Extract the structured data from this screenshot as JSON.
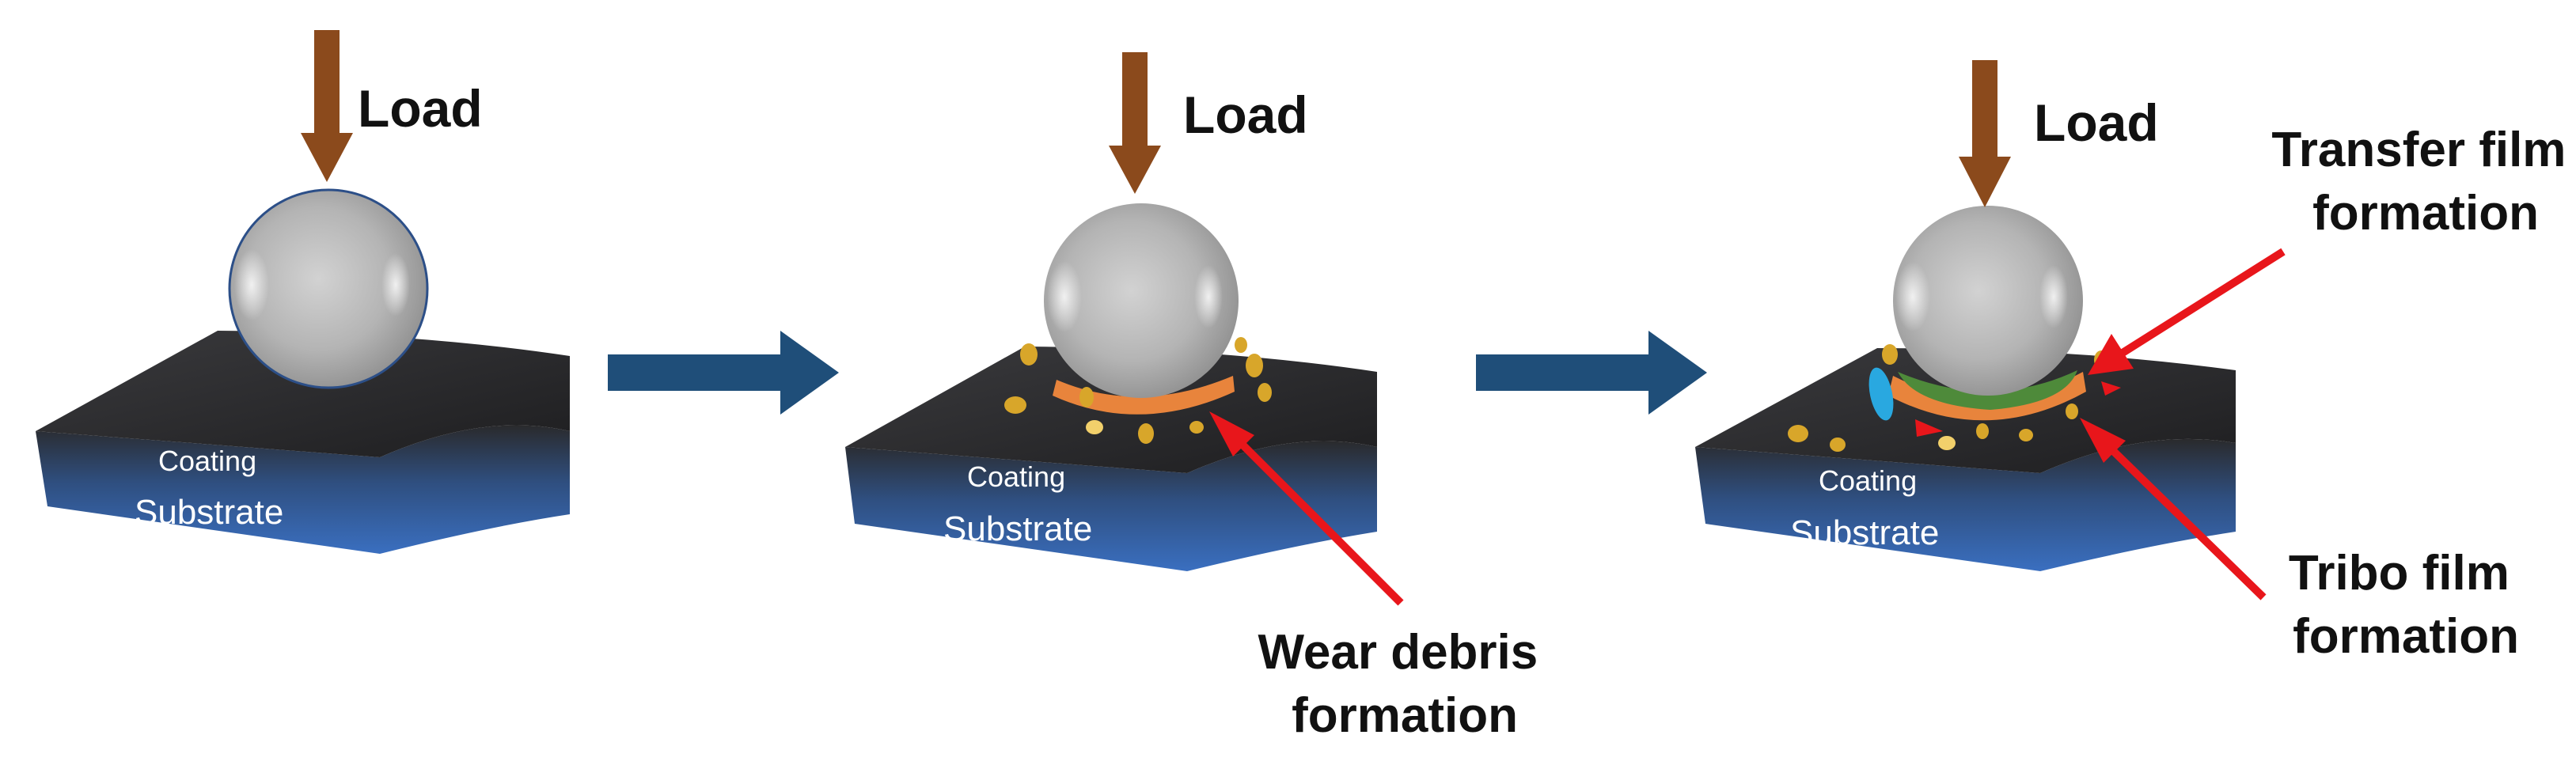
{
  "colors": {
    "load_arrow": "#8B4A1C",
    "process_arrow": "#1F4E79",
    "pointer_arrow": "#E8161B",
    "coating": "#2b2b2d",
    "substrate": "#2f5fa6",
    "ball": "#b9b9b9",
    "wear_ring": "#E8843C",
    "debris": "#D8A62A",
    "transfer_film": "#4E8A3A",
    "blue_debris": "#29A8E0"
  },
  "stages": [
    {
      "load_label": "Load",
      "coating_label": "Coating",
      "substrate_label": "Substrate"
    },
    {
      "load_label": "Load",
      "coating_label": "Coating",
      "substrate_label": "Substrate"
    },
    {
      "load_label": "Load",
      "coating_label": "Coating",
      "substrate_label": "Substrate"
    }
  ],
  "annotations": {
    "wear_debris": {
      "line1": "Wear debris",
      "line2": "formation"
    },
    "transfer_film": {
      "line1": "Transfer film",
      "line2": "formation"
    },
    "tribo_film": {
      "line1": "Tribo film",
      "line2": "formation"
    }
  }
}
